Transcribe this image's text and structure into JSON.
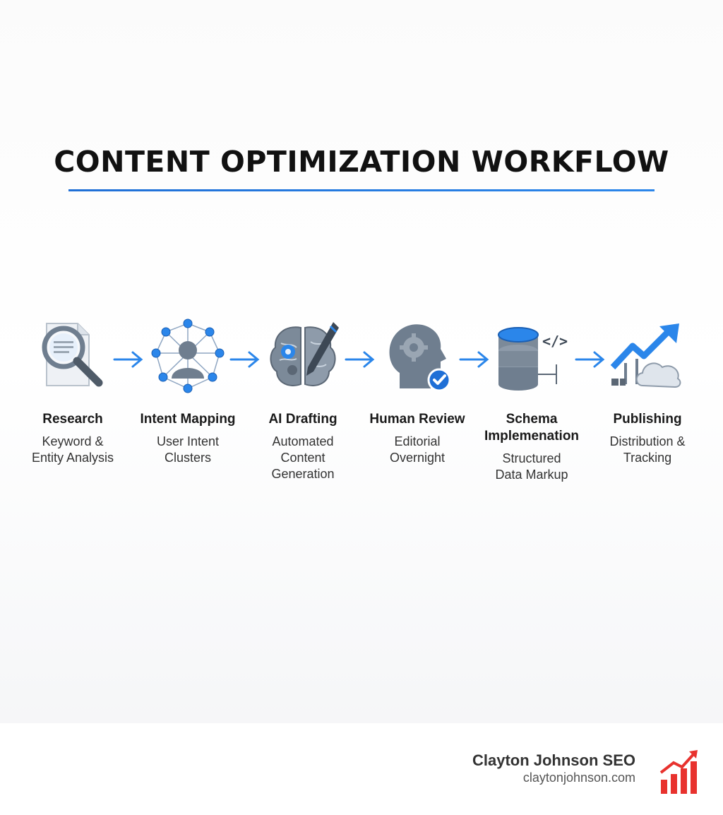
{
  "title": "CONTENT OPTIMIZATION WORKFLOW",
  "colors": {
    "accent": "#1f6fd6",
    "icon_gray": "#6f7e8f",
    "brand_red": "#e8322e"
  },
  "steps": [
    {
      "icon": "research-magnifier-icon",
      "title": "Research",
      "desc_lines": [
        "Keyword &",
        "Entity Analysis"
      ]
    },
    {
      "icon": "intent-network-icon",
      "title": "Intent Mapping",
      "desc_lines": [
        "User Intent",
        "Clusters"
      ]
    },
    {
      "icon": "ai-brain-pen-icon",
      "title": "AI Drafting",
      "desc_lines": [
        "Automated",
        "Content",
        "Generation"
      ]
    },
    {
      "icon": "human-review-head-icon",
      "title": "Human Review",
      "desc_lines": [
        "Editorial",
        "Overnight"
      ]
    },
    {
      "icon": "schema-database-code-icon",
      "title": "Schema Implemenation",
      "desc_lines": [
        "Structured",
        "Data Markup"
      ]
    },
    {
      "icon": "publishing-growth-cloud-icon",
      "title": "Publishing",
      "desc_lines": [
        "Distribution &",
        "Tracking"
      ]
    }
  ],
  "footer": {
    "brand_name": "Clayton Johnson SEO",
    "brand_url": "claytonjohnson.com"
  }
}
